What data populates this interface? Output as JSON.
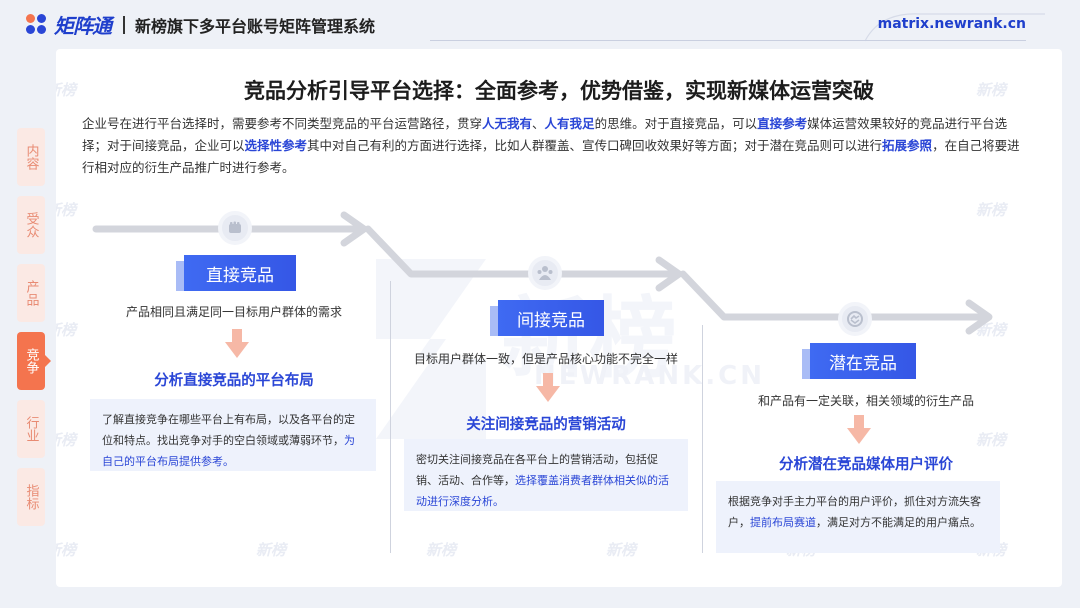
{
  "header": {
    "logo_text": "矩阵通",
    "title": "新榜旗下多平台账号矩阵管理系统",
    "url": "matrix.newrank.cn",
    "colors": {
      "brand_blue": "#1f3fcc",
      "logo_orange": "#f4744e",
      "logo_blue": "#2a46d6"
    }
  },
  "nav": {
    "items": [
      {
        "label": "内容",
        "active": false
      },
      {
        "label": "受众",
        "active": false
      },
      {
        "label": "产品",
        "active": false
      },
      {
        "label": "竞争",
        "active": true
      },
      {
        "label": "行业",
        "active": false
      },
      {
        "label": "指标",
        "active": false
      }
    ]
  },
  "watermark": {
    "text": "新榜",
    "big_text": "NEWRANK.CN"
  },
  "main": {
    "title": "竞品分析引导平台选择：全面参考，优势借鉴，实现新媒体运营突破",
    "intro": {
      "p1": "企业号在进行平台选择时，需要参考不同类型竞品的平台运营路径，贯穿",
      "b1": "人无我有",
      "p2": "、",
      "b2": "人有我足",
      "p3": "的思维。对于直接竞品，可以",
      "b3": "直接参考",
      "p4": "媒体运营效果较好的竞品进行平台选择；对于间接竞品，企业可以",
      "b4": "选择性参考",
      "p5": "其中对自己有利的方面进行选择，比如人群覆盖、宣传口碑回收效果好等方面；对于潜在竞品则可以进行",
      "b5": "拓展参照",
      "p6": "，在自己将要进行相对应的衍生产品推广时进行参考。"
    },
    "columns": [
      {
        "icon": "fist-icon",
        "tag": "直接竞品",
        "desc": "产品相同且满足同一目标用户群体的需求",
        "subtitle": "分析直接竞品的平台布局",
        "box_plain": "了解直接竞争在哪些平台上有布局，以及各平台的定位和特点。找出竞争对手的空白领域或薄弱环节，",
        "box_hl": "为自己的平台布局提供参考。",
        "box_tail": ""
      },
      {
        "icon": "people-icon",
        "tag": "间接竞品",
        "desc": "目标用户群体一致，但是产品核心功能不完全一样",
        "subtitle": "关注间接竞品的营销活动",
        "box_plain": "密切关注间接竞品在各平台上的营销活动，包括促销、活动、合作等，",
        "box_hl": "选择覆盖消费者群体相关似的活动进行深度分析。",
        "box_tail": ""
      },
      {
        "icon": "handshake-icon",
        "tag": "潜在竞品",
        "desc": "和产品有一定关联，相关领域的衍生产品",
        "subtitle": "分析潜在竞品媒体用户评价",
        "box_plain": "根据竞争对手主力平台的用户评价，抓住对方流失客户，",
        "box_hl": "提前布局赛道",
        "box_tail": "，满足对方不能满足的用户痛点。"
      }
    ]
  }
}
